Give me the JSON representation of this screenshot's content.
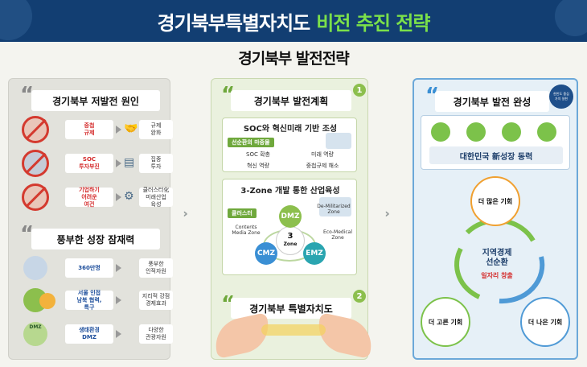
{
  "banner": {
    "title_white": "경기북부특별자치도",
    "title_green": "비전 추진 전략"
  },
  "subtitle": "경기북부 발전전략",
  "left": {
    "section1_title": "경기북부 저발전 원인",
    "causes": [
      {
        "label": "중첩\n규제",
        "result": "규제\n완화"
      },
      {
        "label": "SOC\n투자부진",
        "result": "집중\n투자"
      },
      {
        "label": "기업하기\n어려운\n여건",
        "result": "클러스터化\n미래산업\n육성"
      }
    ],
    "section2_title": "풍부한 성장 잠재력",
    "potentials": [
      {
        "label": "360만명",
        "result": "풍부한\n인적자원"
      },
      {
        "label": "서울 인접\n남북 협력,\n특구",
        "result": "지리적 강점\n경제효과"
      },
      {
        "label": "생태환경\nDMZ",
        "result": "다양한\n관광자원",
        "icon_text": "DMZ"
      }
    ]
  },
  "middle": {
    "plan_title": "경기북부 발전계획",
    "plan_number": "1",
    "soc_title": "SOC와 혁신미래 기반 조성",
    "virtuous_tag": "선순환의 마중물",
    "soc_items": [
      "SOC 확충",
      "미래 역량",
      "혁신 역량",
      "중첩규제 해소"
    ],
    "zone_title": "3-Zone 개발 통한 산업육성",
    "cluster_tag": "클러스터",
    "zones": {
      "center": "3",
      "center_sub": "Zone",
      "dmz": "DMZ",
      "cmz": "CMZ",
      "emz": "EMZ"
    },
    "zone_labels": {
      "dmz": "De-Militarized\nZone",
      "cmz": "Contents\nMedia Zone",
      "emz": "Eco-Medical\nZone"
    },
    "special_title": "경기북부 특별자치도",
    "special_number": "2"
  },
  "right": {
    "title": "경기북부 발전 완성",
    "badge": "한반도 중심\n가치 실현",
    "national": "대한민국 新성장 동력",
    "cycle_center": "지역경제\n선순환",
    "cycle_sub": "일자리 창출",
    "benefits": [
      "더 많은 기회",
      "더 고른 기회",
      "더 나은 기회"
    ]
  },
  "colors": {
    "navy": "#123e72",
    "green": "#7be04a",
    "red": "#d42a2a",
    "dmz": "#8cbf4d",
    "cmz": "#3a8fd4",
    "emz": "#2aa5b0",
    "cycle_green": "#7cc24a",
    "cycle_blue": "#4f9ad6",
    "cycle_orange": "#f0a030"
  }
}
